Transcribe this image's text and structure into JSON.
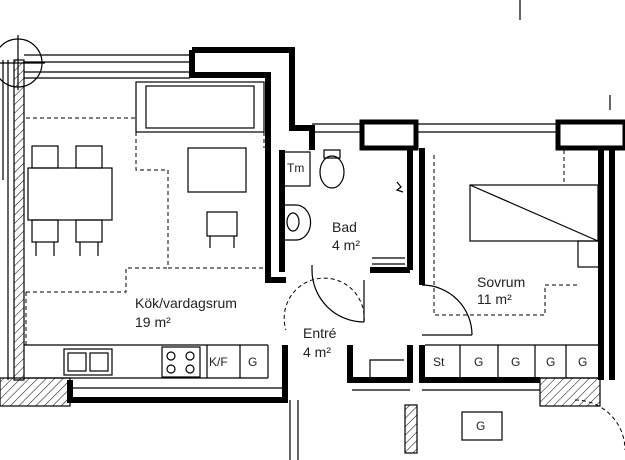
{
  "rooms": [
    {
      "id": "kitchen-living",
      "name": "Kök/vardagsrum",
      "area": "19 m²"
    },
    {
      "id": "bath",
      "name": "Bad",
      "area": "4 m²"
    },
    {
      "id": "bedroom",
      "name": "Sovrum",
      "area": "11 m²"
    },
    {
      "id": "entry",
      "name": "Entré",
      "area": "4 m²"
    }
  ],
  "labels": {
    "tm": "Tm",
    "kf": "K/F",
    "g": "G",
    "st": "St"
  }
}
